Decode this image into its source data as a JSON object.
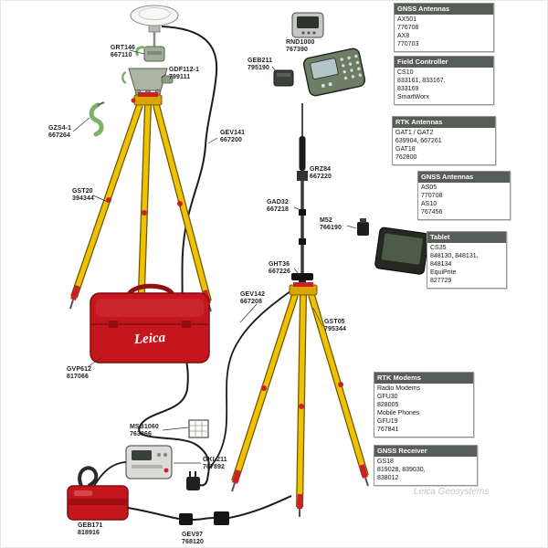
{
  "watermark": "Leica Geosystems",
  "case_logo": "Leica",
  "labels": [
    {
      "name": "grt146",
      "lines": [
        "GRT146",
        "667110"
      ]
    },
    {
      "name": "gdf112",
      "lines": [
        "GDF112-1",
        "799111"
      ]
    },
    {
      "name": "gzs4",
      "lines": [
        "GZS4-1",
        "667264"
      ]
    },
    {
      "name": "gev141",
      "lines": [
        "GEV141",
        "667200"
      ]
    },
    {
      "name": "gst20",
      "lines": [
        "GST20",
        "394344"
      ]
    },
    {
      "name": "gvp612",
      "lines": [
        "GVP612",
        "817066"
      ]
    },
    {
      "name": "grz84",
      "lines": [
        "GRZ84",
        "667220"
      ]
    },
    {
      "name": "gad32",
      "lines": [
        "GAD32",
        "667218"
      ]
    },
    {
      "name": "m52",
      "lines": [
        "M52",
        "766190"
      ]
    },
    {
      "name": "ght36",
      "lines": [
        "GHT36",
        "667226"
      ]
    },
    {
      "name": "gev142",
      "lines": [
        "GEV142",
        "667208"
      ]
    },
    {
      "name": "gst05",
      "lines": [
        "GST05",
        "795344"
      ]
    },
    {
      "name": "rnd1000",
      "lines": [
        "RND1000",
        "767390"
      ]
    },
    {
      "name": "geb211",
      "lines": [
        "GEB211",
        "795190"
      ]
    },
    {
      "name": "msb1060",
      "lines": [
        "MSB1060",
        "763866"
      ]
    },
    {
      "name": "gkl211",
      "lines": [
        "GKL211",
        "767892"
      ]
    },
    {
      "name": "geb171",
      "lines": [
        "GEB171",
        "818916"
      ]
    },
    {
      "name": "gev97",
      "lines": [
        "GEV97",
        "768120"
      ]
    }
  ],
  "info_boxes": [
    {
      "header": "GNSS Antennas",
      "items": [
        "AX501",
        "776708",
        "AX8",
        "770703"
      ]
    },
    {
      "header": "Field Controller",
      "items": [
        "CS10",
        "833161, 833167,",
        "833169",
        "SmartWorx"
      ]
    },
    {
      "header": "RTK Antennas",
      "items": [
        "GAT1 / GAT2",
        "639904, 667261",
        "GAT18",
        "762800"
      ]
    },
    {
      "header": "GNSS Antennas",
      "items": [
        "AS05",
        "770708",
        "AS10",
        "767456"
      ]
    },
    {
      "header": "Tablet",
      "items": [
        "CS35",
        "848130, 848131,",
        "848134",
        "EquiPrite",
        "827729"
      ]
    },
    {
      "header": "RTK Modems",
      "items": [
        "Radio Modems",
        "GFU30",
        "828005",
        "Mobile Phones",
        "GFU19",
        "767841"
      ]
    },
    {
      "header": "GNSS Receiver",
      "items": [
        "GS18",
        "819028, 839030,",
        "838012"
      ]
    }
  ],
  "colors": {
    "tripod_yellow": "#eec200",
    "accent_red": "#cc2027",
    "case_red": "#c4161c",
    "hook_green": "#7fb069",
    "box_header_bg": "#575d57",
    "cable_black": "#1c1c1c"
  }
}
